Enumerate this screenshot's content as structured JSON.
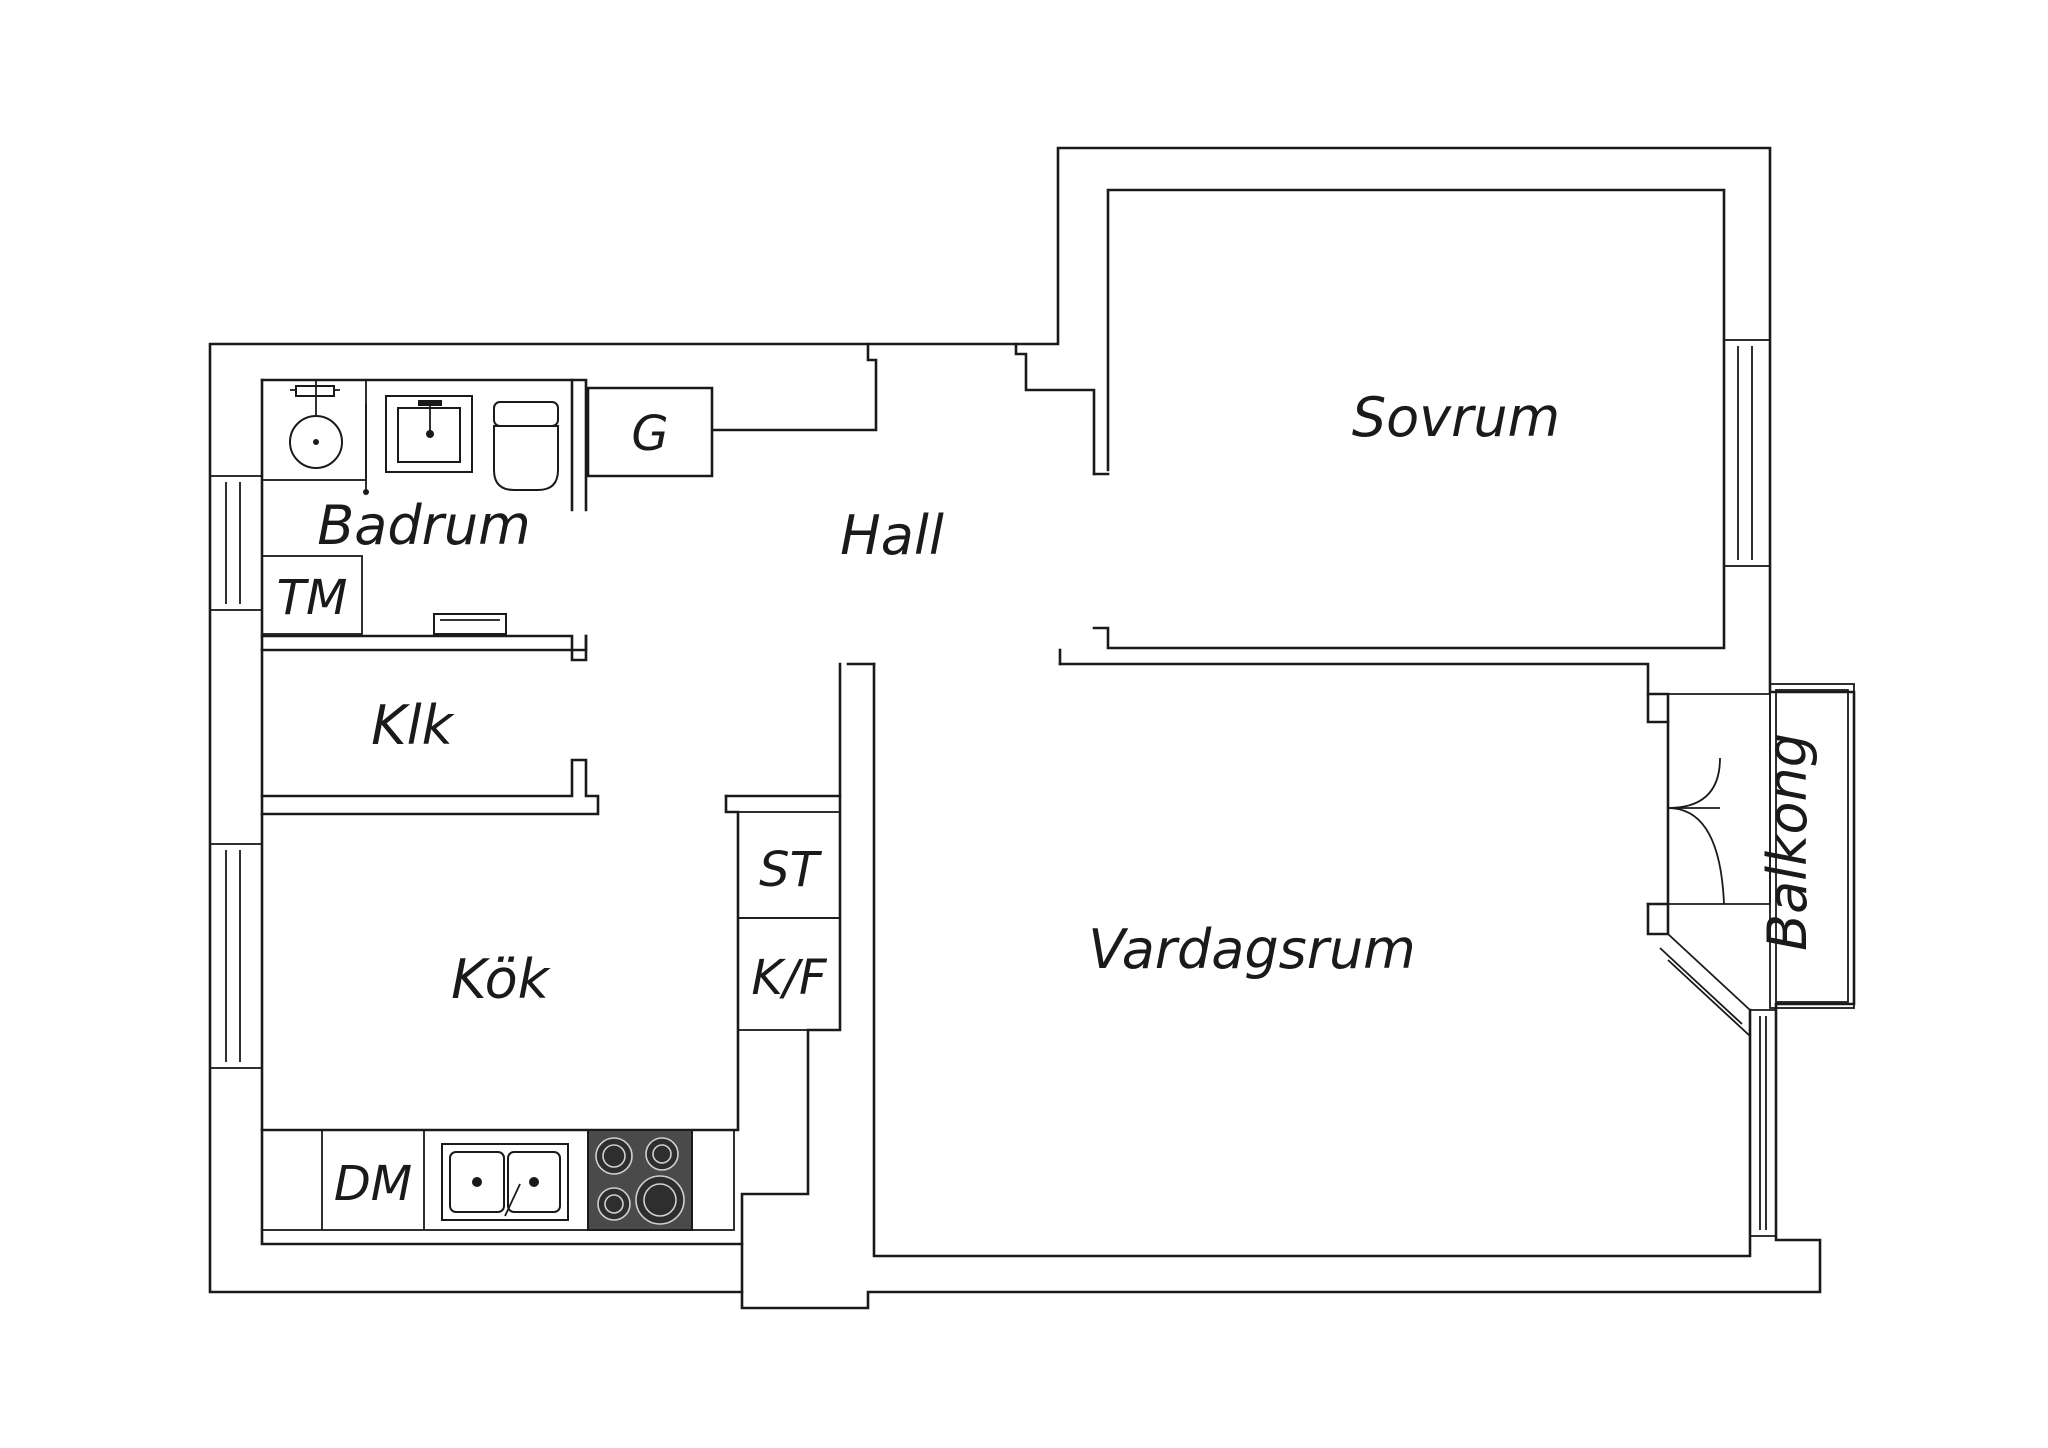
{
  "rooms": {
    "sovrum": "Sovrum",
    "badrum": "Badrum",
    "hall": "Hall",
    "klk": "Klk",
    "kok": "Kök",
    "vardagsrum": "Vardagsrum",
    "balkong": "Balkong"
  },
  "fixtures": {
    "g": "G",
    "tm": "TM",
    "st": "ST",
    "kf": "K/F",
    "dm": "DM"
  }
}
